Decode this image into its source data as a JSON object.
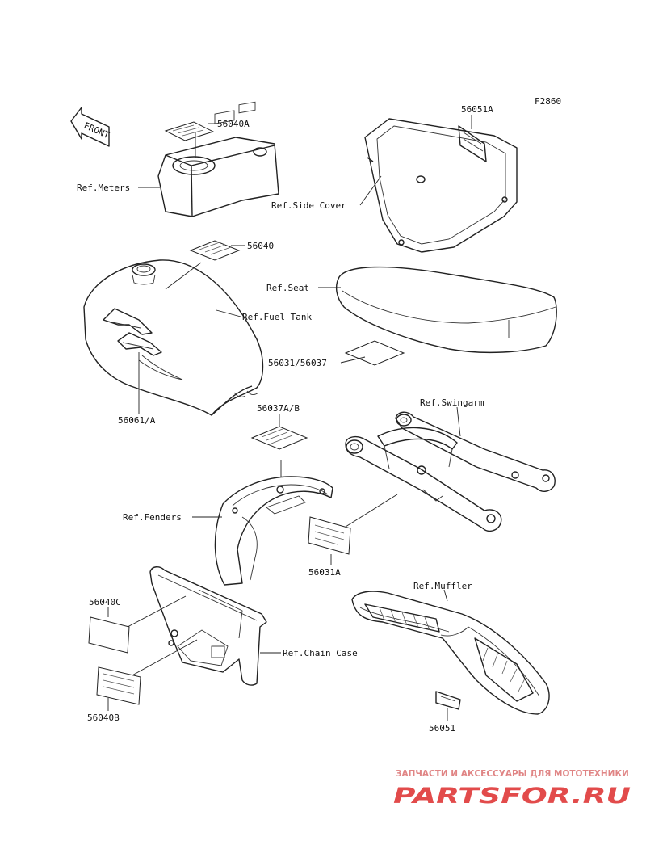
{
  "diagram_code": "F2860",
  "front_marker": "FRONT",
  "labels": {
    "p56040A": "56040A",
    "ref_meters": "Ref.Meters",
    "p56051A": "56051A",
    "ref_side_cover": "Ref.Side Cover",
    "p56040": "56040",
    "ref_seat": "Ref.Seat",
    "ref_fuel_tank": "Ref.Fuel Tank",
    "p56031_56037": "56031/56037",
    "p56061A": "56061/A",
    "p56037AB": "56037A/B",
    "ref_swingarm": "Ref.Swingarm",
    "ref_fenders": "Ref.Fenders",
    "p56031A": "56031A",
    "ref_muffler": "Ref.Muffler",
    "p56040C": "56040C",
    "ref_chain_case": "Ref.Chain Case",
    "p56040B": "56040B",
    "p56051": "56051"
  },
  "watermark": {
    "tagline": "ЗАПЧАСТИ И АКСЕССУАРЫ ДЛЯ МОТОТЕХНИКИ",
    "logo": "PARTSFOR.RU",
    "color": "#e24b4b"
  }
}
